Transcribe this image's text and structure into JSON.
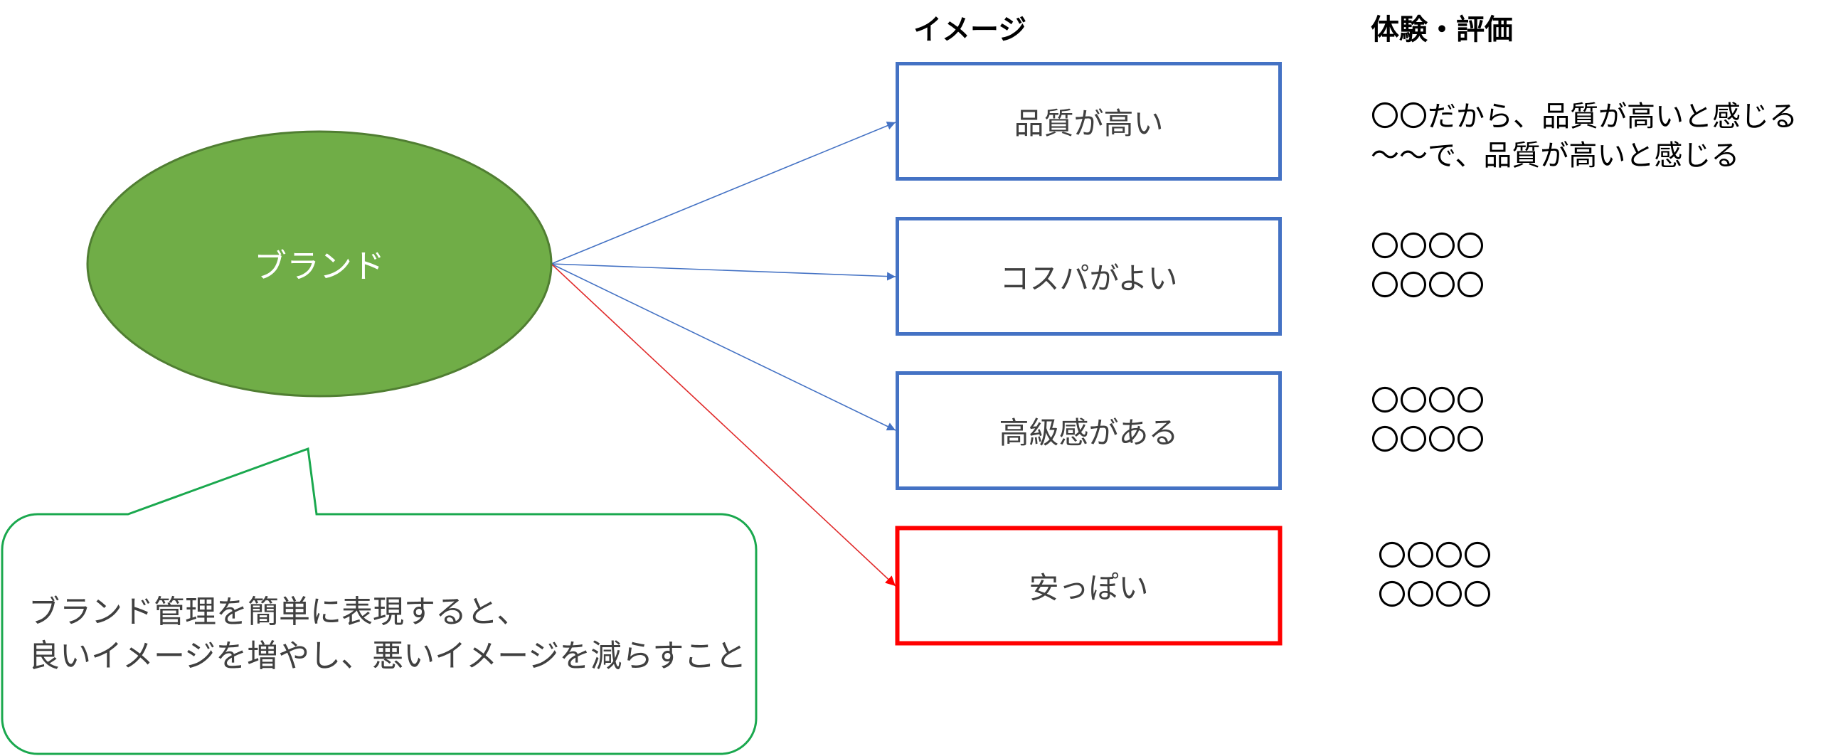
{
  "colors": {
    "brand_fill": "#70ad47",
    "brand_stroke": "#507e32",
    "positive": "#4472c4",
    "negative": "#ff0000",
    "callout_stroke": "#1aa84e",
    "label_text": "#404040"
  },
  "brand": {
    "label": "ブランド"
  },
  "headers": {
    "image": "イメージ",
    "evaluation": "体験・評価"
  },
  "images": [
    {
      "label": "品質が高い",
      "sentiment": "positive",
      "evaluation": [
        "〇〇だから、品質が高いと感じる",
        "～～で、品質が高いと感じる"
      ]
    },
    {
      "label": "コスパがよい",
      "sentiment": "positive",
      "evaluation": [
        "〇〇〇〇",
        "〇〇〇〇"
      ]
    },
    {
      "label": "高級感がある",
      "sentiment": "positive",
      "evaluation": [
        "〇〇〇〇",
        "〇〇〇〇"
      ]
    },
    {
      "label": "安っぽい",
      "sentiment": "negative",
      "evaluation": [
        "〇〇〇〇",
        "〇〇〇〇"
      ]
    }
  ],
  "callout": {
    "lines": [
      "ブランド管理を簡単に表現すると、",
      "良いイメージを増やし、悪いイメージを減らすこと"
    ]
  }
}
